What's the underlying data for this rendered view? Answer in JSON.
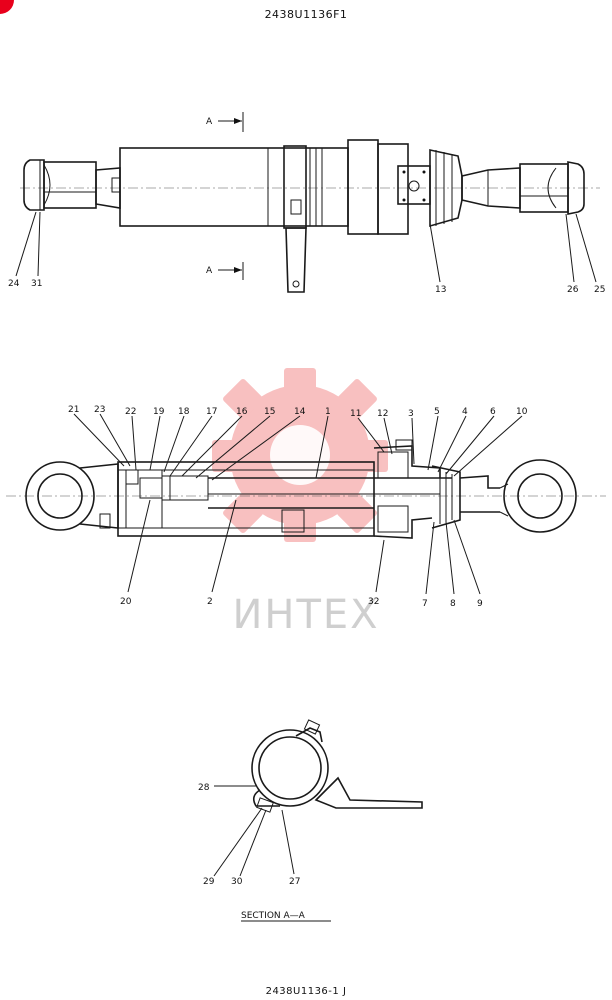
{
  "header": {
    "drawing_number": "2438U1136F1"
  },
  "footer": {
    "sheet_number": "2438U1136-1",
    "sheet_suffix": "J"
  },
  "watermark": {
    "text": "ИНТЕХ",
    "gear_color": "#f7b6b6",
    "text_color": "#cfcfcf"
  },
  "section_marker": {
    "letter": "A"
  },
  "section_caption": "SECTION  A—A",
  "accent_color": "#e8001c",
  "views": {
    "external": {
      "callouts": [
        "24",
        "31",
        "13",
        "26",
        "25"
      ]
    },
    "sectional": {
      "callouts_top": [
        "21",
        "23",
        "22",
        "19",
        "18",
        "17",
        "16",
        "15",
        "14",
        "1",
        "11",
        "12",
        "3",
        "5",
        "4",
        "6",
        "10"
      ],
      "callouts_bottom": [
        "20",
        "2",
        "32",
        "7",
        "8",
        "9"
      ]
    },
    "section_aa": {
      "callouts": [
        "28",
        "29",
        "30",
        "27"
      ]
    }
  }
}
